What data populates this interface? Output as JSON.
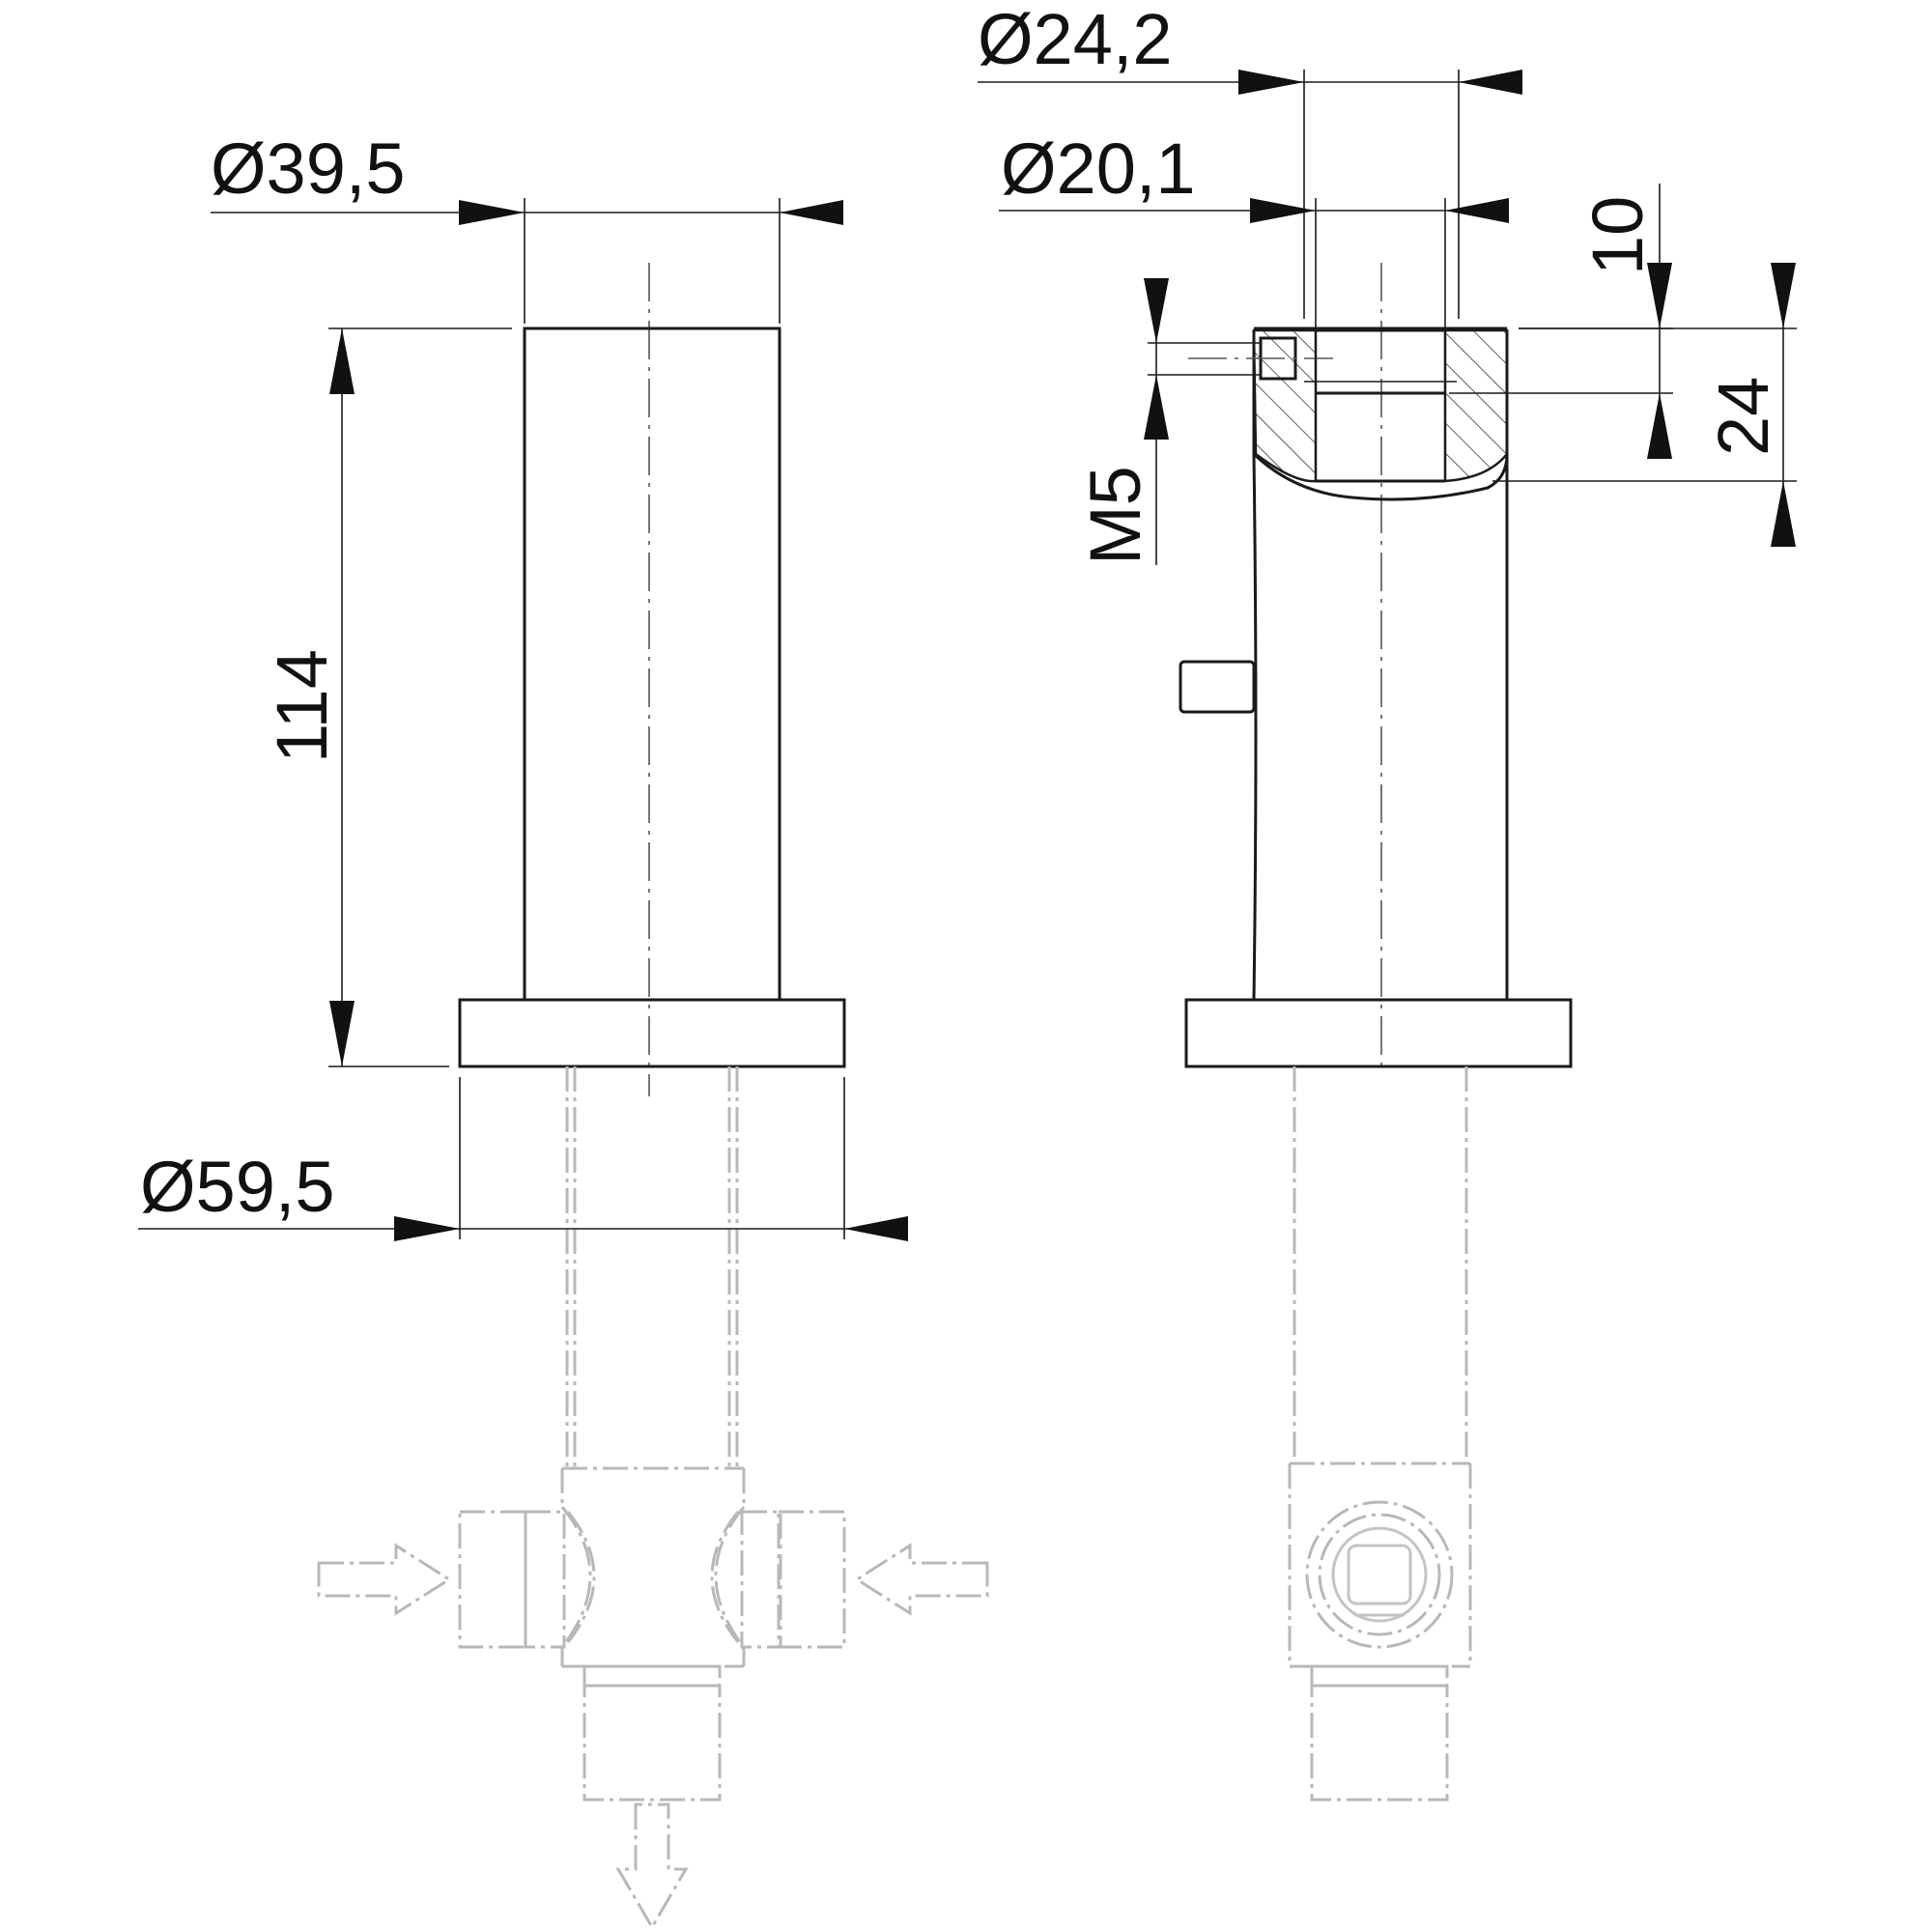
{
  "dimensions": {
    "left_top_diameter": "Ø39,5",
    "left_height": "114",
    "left_base_diameter": "Ø59,5",
    "right_outer_diameter": "Ø24,2",
    "right_inner_diameter": "Ø20,1",
    "right_depth_small": "10",
    "right_depth_large": "24",
    "thread": "M5"
  },
  "colors": {
    "line": "#1a1a1a",
    "ghost": "#b8b8b8",
    "background": "#ffffff"
  }
}
